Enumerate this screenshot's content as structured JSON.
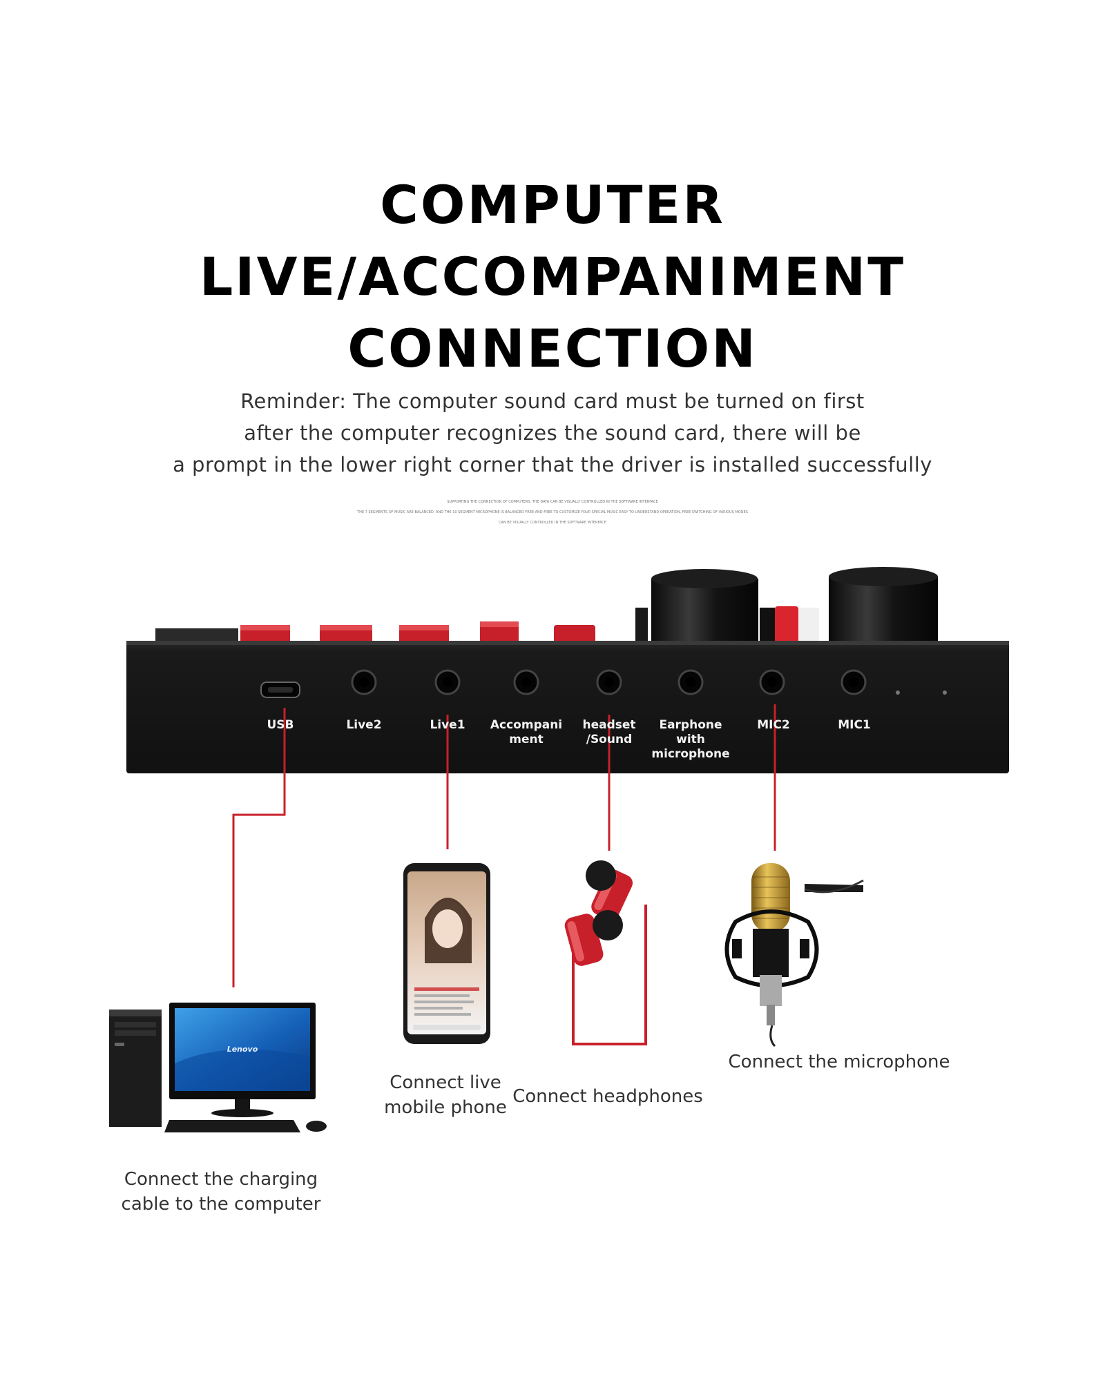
{
  "title": {
    "lines": [
      "COMPUTER",
      "LIVE/ACCOMPANIMENT",
      "CONNECTION"
    ]
  },
  "reminder": {
    "lines": [
      "Reminder: The computer sound card must be turned on first",
      "after the computer recognizes the sound card, there will be",
      "a prompt in the lower right corner that the driver is installed successfully"
    ]
  },
  "fine_print": {
    "lines": [
      "SUPPORTING THE CONNECTION OF COMPUTERS, THE DATA CAN BE VISUALLY CONTROLLED IN THE SOFTWARE INTERFACE",
      "THE 7 SEGMENTS OF MUSIC ARE BALANCED, AND THE 10 SEGMENT MICROPHONE IS BALANCED FREE AND FREE TO CUSTOMIZE YOUR SPECIAL MUSIC EASY TO UNDERSTAND OPERATION, FREE SWITCHING OF VARIOUS MODES",
      "CAN BE VISUALLY CONTROLLED IN THE SOFTWARE INTERFACE"
    ]
  },
  "ports": [
    {
      "id": "usb",
      "label": "USB"
    },
    {
      "id": "live2",
      "label": "Live2"
    },
    {
      "id": "live1",
      "label": "Live1"
    },
    {
      "id": "accompaniment",
      "label": "Accompani ment"
    },
    {
      "id": "headset",
      "label": "headset /Sound"
    },
    {
      "id": "earphone-mic",
      "label": "Earphone with microphone"
    },
    {
      "id": "mic2",
      "label": "MIC2"
    },
    {
      "id": "mic1",
      "label": "MIC1"
    }
  ],
  "monitor_brand": "Lenovo",
  "captions": {
    "computer": [
      "Connect the charging",
      "cable to the computer"
    ],
    "phone": [
      "Connect live",
      "mobile phone"
    ],
    "headphones": [
      "Connect headphones"
    ],
    "microphone": [
      "Connect the microphone"
    ]
  },
  "colors": {
    "accent_red": "#c8202a",
    "device_body": "#151515"
  }
}
